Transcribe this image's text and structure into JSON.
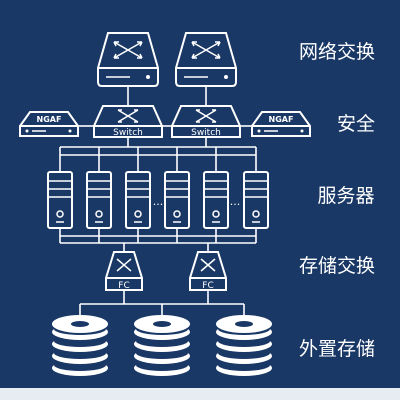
{
  "diagram": {
    "layers": {
      "network": "网络交换",
      "security": "安全",
      "servers": "服务器",
      "storage_switch": "存储交换",
      "external_storage": "外置存储"
    },
    "switch_label": "Switch",
    "firewall_label": "NGAF",
    "fc_label": "FC",
    "ellipsis": "..."
  }
}
